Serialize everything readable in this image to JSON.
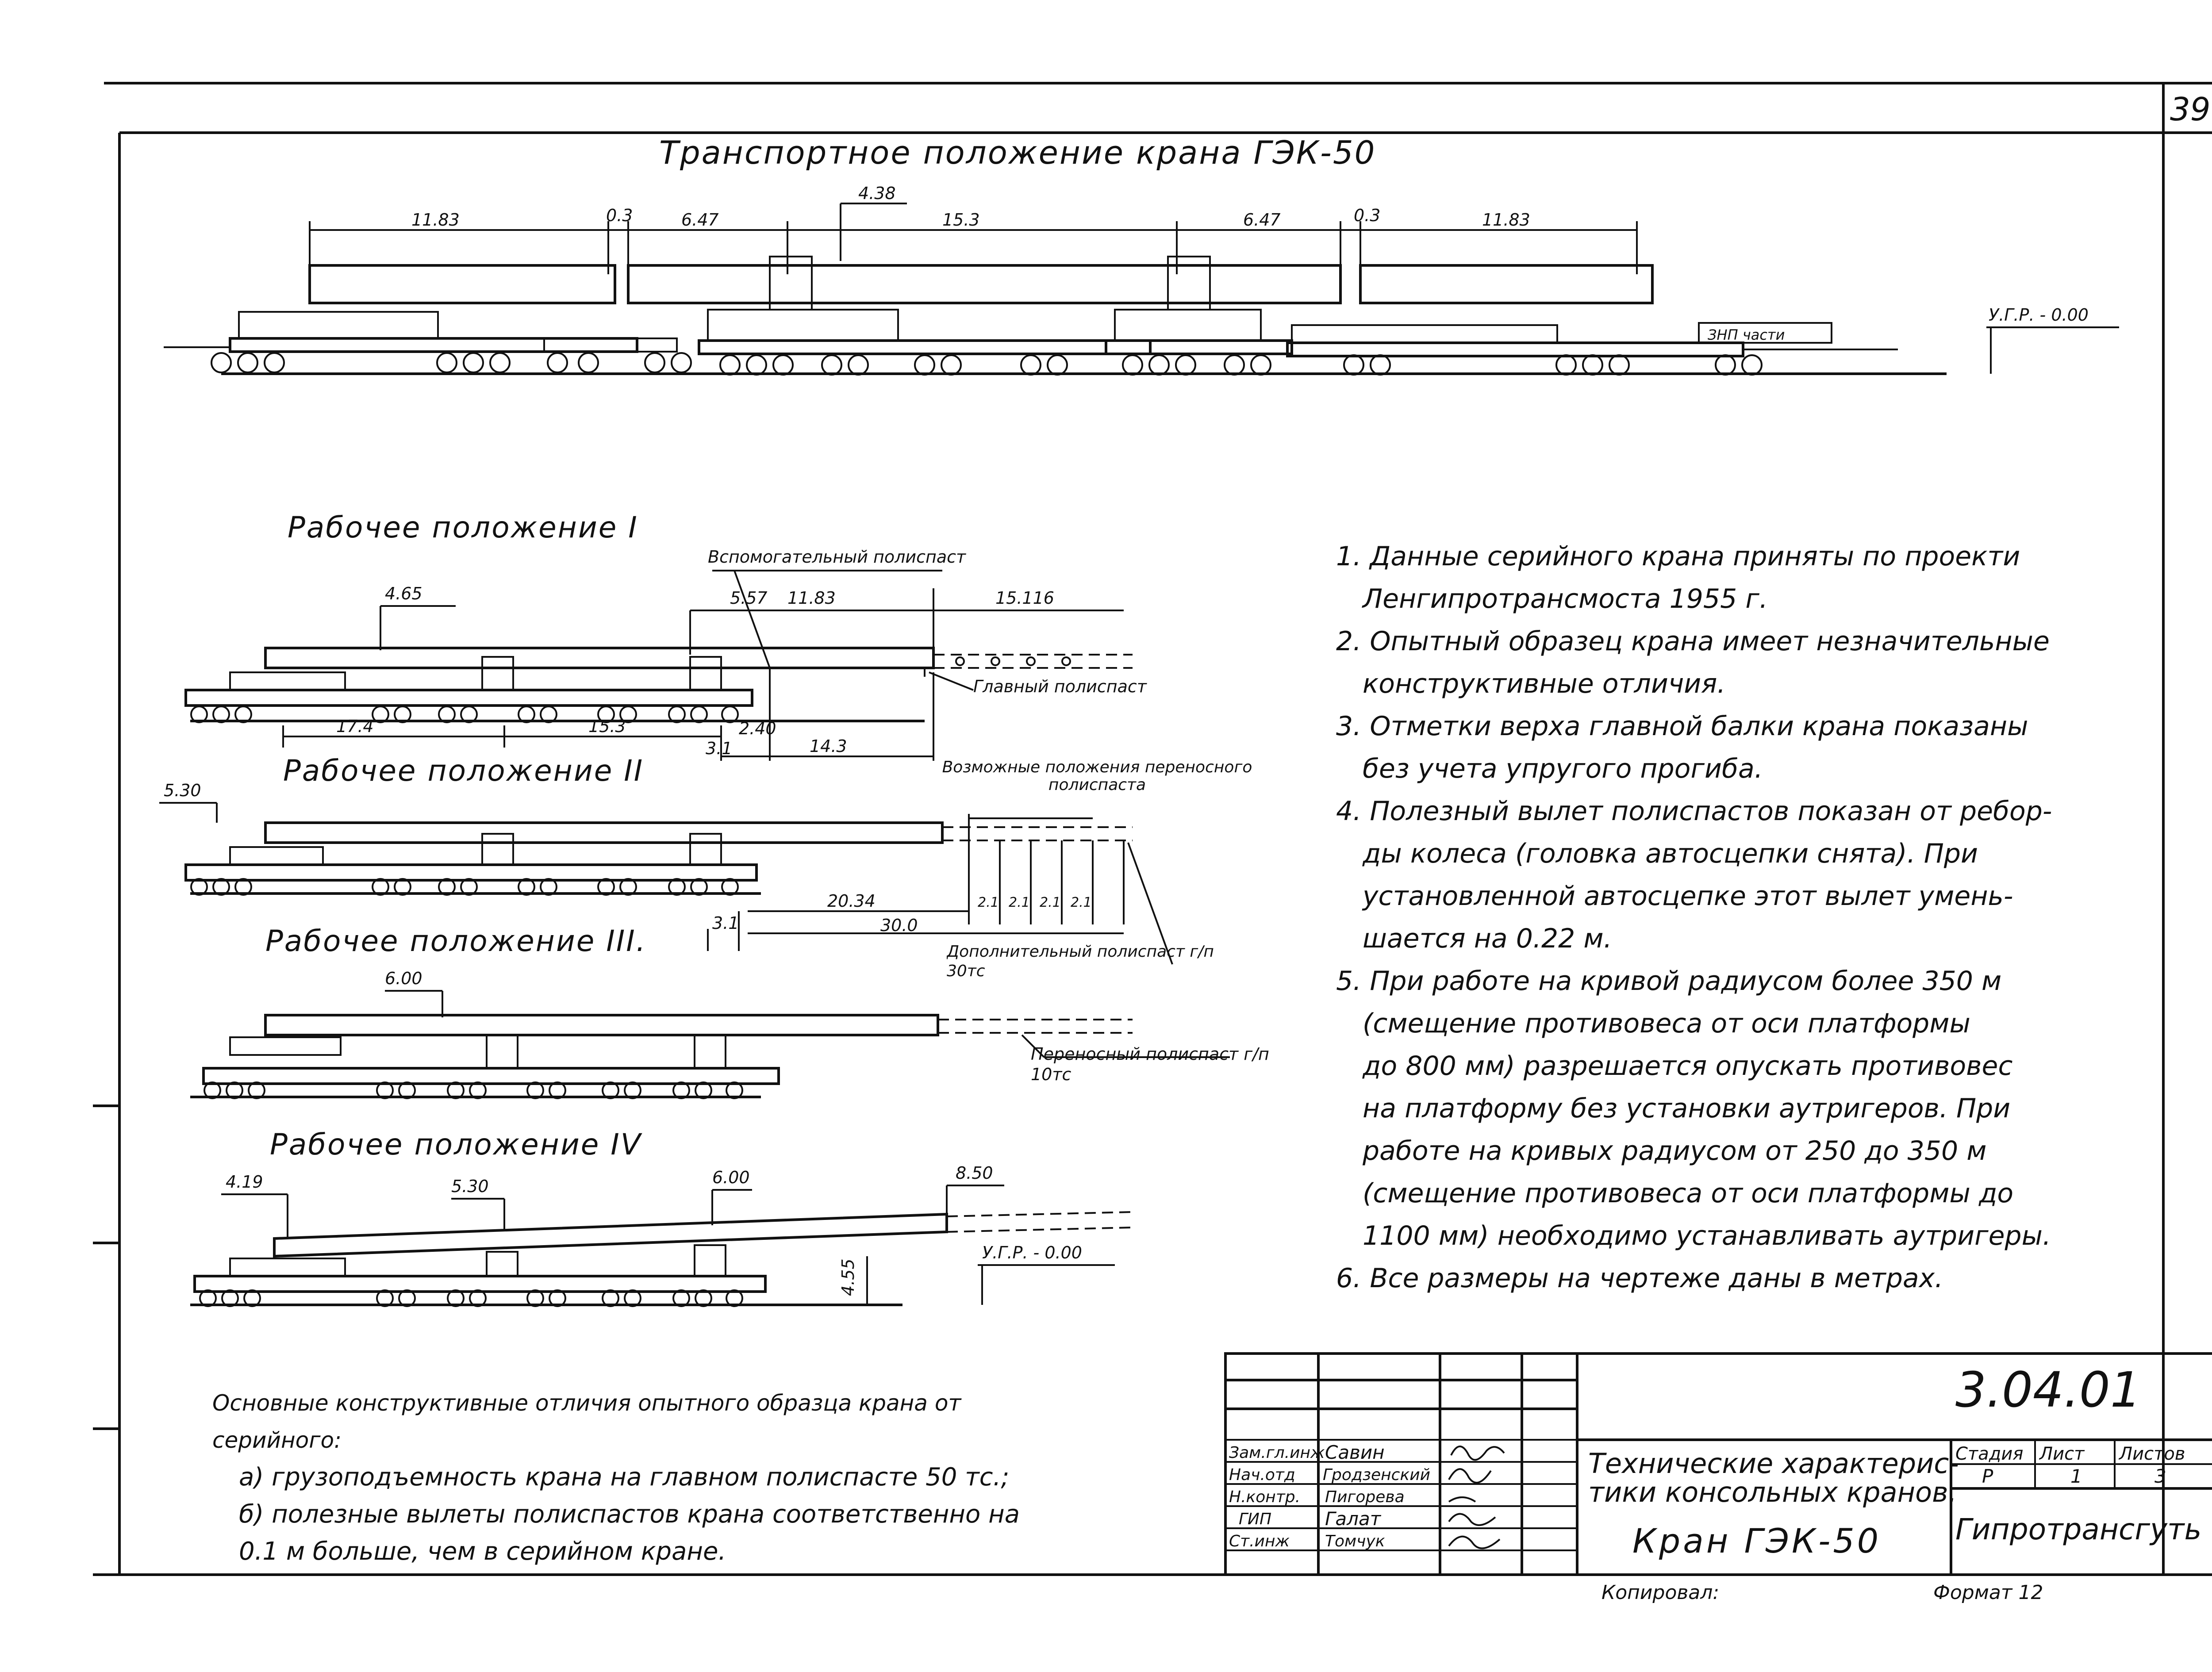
{
  "page_number": "39",
  "title": "Транспортное положение крана ГЭК-50",
  "transport": {
    "dims": [
      "11.83",
      "0.3",
      "6.47",
      "4.38",
      "15.3",
      "6.47",
      "0.3",
      "11.83"
    ],
    "ground_label": "У.Г.Р. - 0.00",
    "spare_parts_label": "ЗНП части"
  },
  "work1": {
    "heading": "Рабочее положение I",
    "aux_hoist": "Вспомогательный полиспаст",
    "main_hoist": "Главный полиспаст",
    "dims_top": [
      "4.65",
      "5.57",
      "11.83",
      "15.116"
    ],
    "dims_bottom": [
      "17.4",
      "15.3",
      "3.1",
      "2.40",
      "14.3"
    ]
  },
  "work2": {
    "heading": "Рабочее положение II",
    "possible_positions": "Возможные положения переносного полиспаста",
    "additional_hoist": "Дополнительный полиспаст г/п 30тс",
    "dims": [
      "5.30",
      "20.34",
      "30.0",
      "3.1",
      "2.1",
      "2.1",
      "2.1",
      "2.1"
    ]
  },
  "work3": {
    "heading": "Рабочее положение III.",
    "portable_hoist": "Переносный полиспаст г/п 10тс",
    "dims": [
      "6.00"
    ]
  },
  "work4": {
    "heading": "Рабочее положение IV",
    "dims": [
      "4.19",
      "5.30",
      "6.00",
      "8.50",
      "4.55"
    ],
    "ground_label": "У.Г.Р. - 0.00"
  },
  "notes": [
    "1. Данные серийного крана приняты по проекти",
    "Ленгипротрансмоста 1955 г.",
    "2. Опытный образец крана имеет незначительные",
    "конструктивные отличия.",
    "3. Отметки верха главной балки крана показаны",
    "без учета упругого прогиба.",
    "4. Полезный вылет полиспастов показан от ребор-",
    "ды колеса (головка автосцепки снята). При",
    "установленной автосцепке этот вылет умень-",
    "шается на 0.22 м.",
    "5. При работе на кривой радиусом более 350 м",
    "(смещение противовеса от оси платформы",
    "до 800 мм) разрешается опускать противовес",
    "на платформу без установки аутригеров. При",
    "работе на кривых радиусом от 250 до 350 м",
    "(смещение противовеса от оси платформы до",
    "1100 мм) необходимо устанавливать аутригеры.",
    "6. Все размеры на чертеже даны в метрах."
  ],
  "differences": [
    "Основные конструктивные отличия опытного образца крана от",
    "серийного:",
    "а) грузоподъемность крана на главном полиспасте 50 тс.;",
    "б) полезные вылеты полиспастов крана соответственно на",
    "0.1 м больше, чем в серийном кране."
  ],
  "title_block": {
    "doc_code": "3.04.01",
    "roles": [
      "Зам.гл.инж",
      "Нач.отд",
      "Н.контр.",
      "ГИП",
      "Ст.инж"
    ],
    "names": [
      "Савин",
      "Гродзенский",
      "Пигорева",
      "Галат",
      "Томчук"
    ],
    "subject_line1": "Технические характерис-",
    "subject_line2": "тики консольных кранов.",
    "crane_name": "Кран ГЭК-50",
    "stage_hdr": "Стадия",
    "sheet_hdr": "Лист",
    "sheets_hdr": "Листов",
    "stage": "Р",
    "sheet": "1",
    "sheets": "3",
    "organization": "Гипротрансгуть",
    "copied": "Копировал:",
    "format": "Формат 12"
  }
}
